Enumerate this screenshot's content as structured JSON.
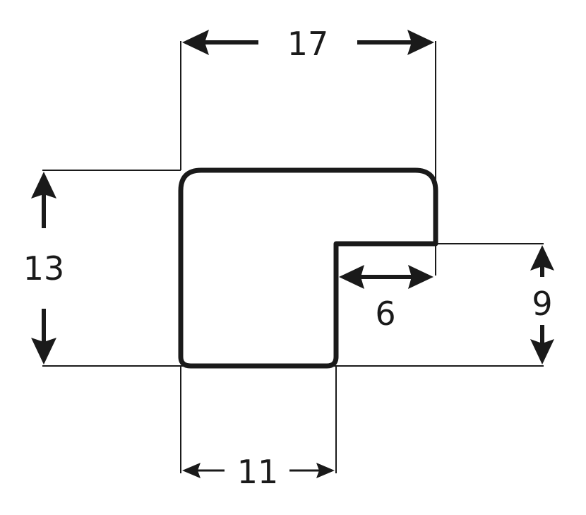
{
  "dimensions": {
    "top_width": "17",
    "left_height": "13",
    "inner_step_width": "6",
    "right_height": "9",
    "bottom_width": "11"
  },
  "colors": {
    "ink": "#1a1a1a",
    "background": "#ffffff"
  }
}
